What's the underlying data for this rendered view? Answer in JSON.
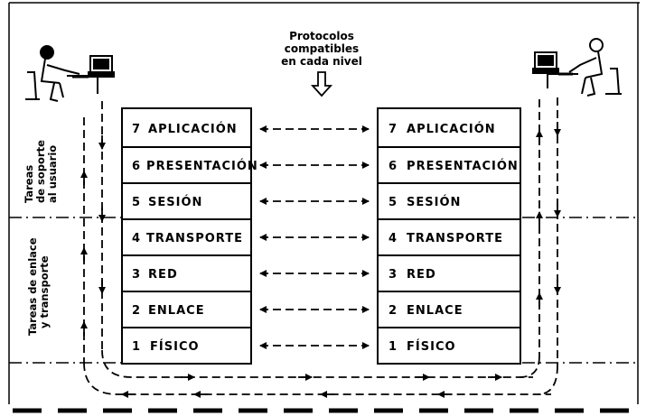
{
  "header_label": [
    "Protocolos",
    "compatibles",
    "en cada nivel"
  ],
  "side_labels": {
    "upper": [
      "Tareas",
      "de soporte",
      "al usuario"
    ],
    "lower": [
      "Tareas de enlace",
      "y transporte"
    ]
  },
  "layers": [
    {
      "number": "7",
      "name": "APLICACIÓN"
    },
    {
      "number": "6",
      "name": "PRESENTACIÓN"
    },
    {
      "number": "5",
      "name": "SESIÓN"
    },
    {
      "number": "4",
      "name": "TRANSPORTE"
    },
    {
      "number": "3",
      "name": "RED"
    },
    {
      "number": "2",
      "name": "ENLACE"
    },
    {
      "number": "1",
      "name": "FÍSICO"
    }
  ]
}
